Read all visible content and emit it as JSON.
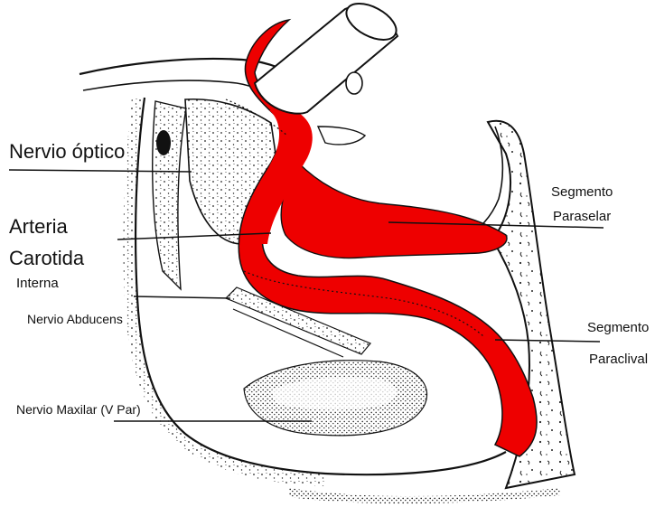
{
  "labels": {
    "optic_nerve": "Nervio óptico",
    "carotid_line1": "Arteria",
    "carotid_line2": "Carotida",
    "carotid_line3": "Interna",
    "abducens": "Nervio Abducens",
    "maxillary": "Nervio Maxilar (V Par)",
    "paraselar_line1": "Segmento",
    "paraselar_line2": "Paraselar",
    "paraclival_line1": "Segmento",
    "paraclival_line2": "Paraclival"
  },
  "colors": {
    "artery": "#ee0000",
    "ink": "#111111",
    "background": "#ffffff"
  }
}
